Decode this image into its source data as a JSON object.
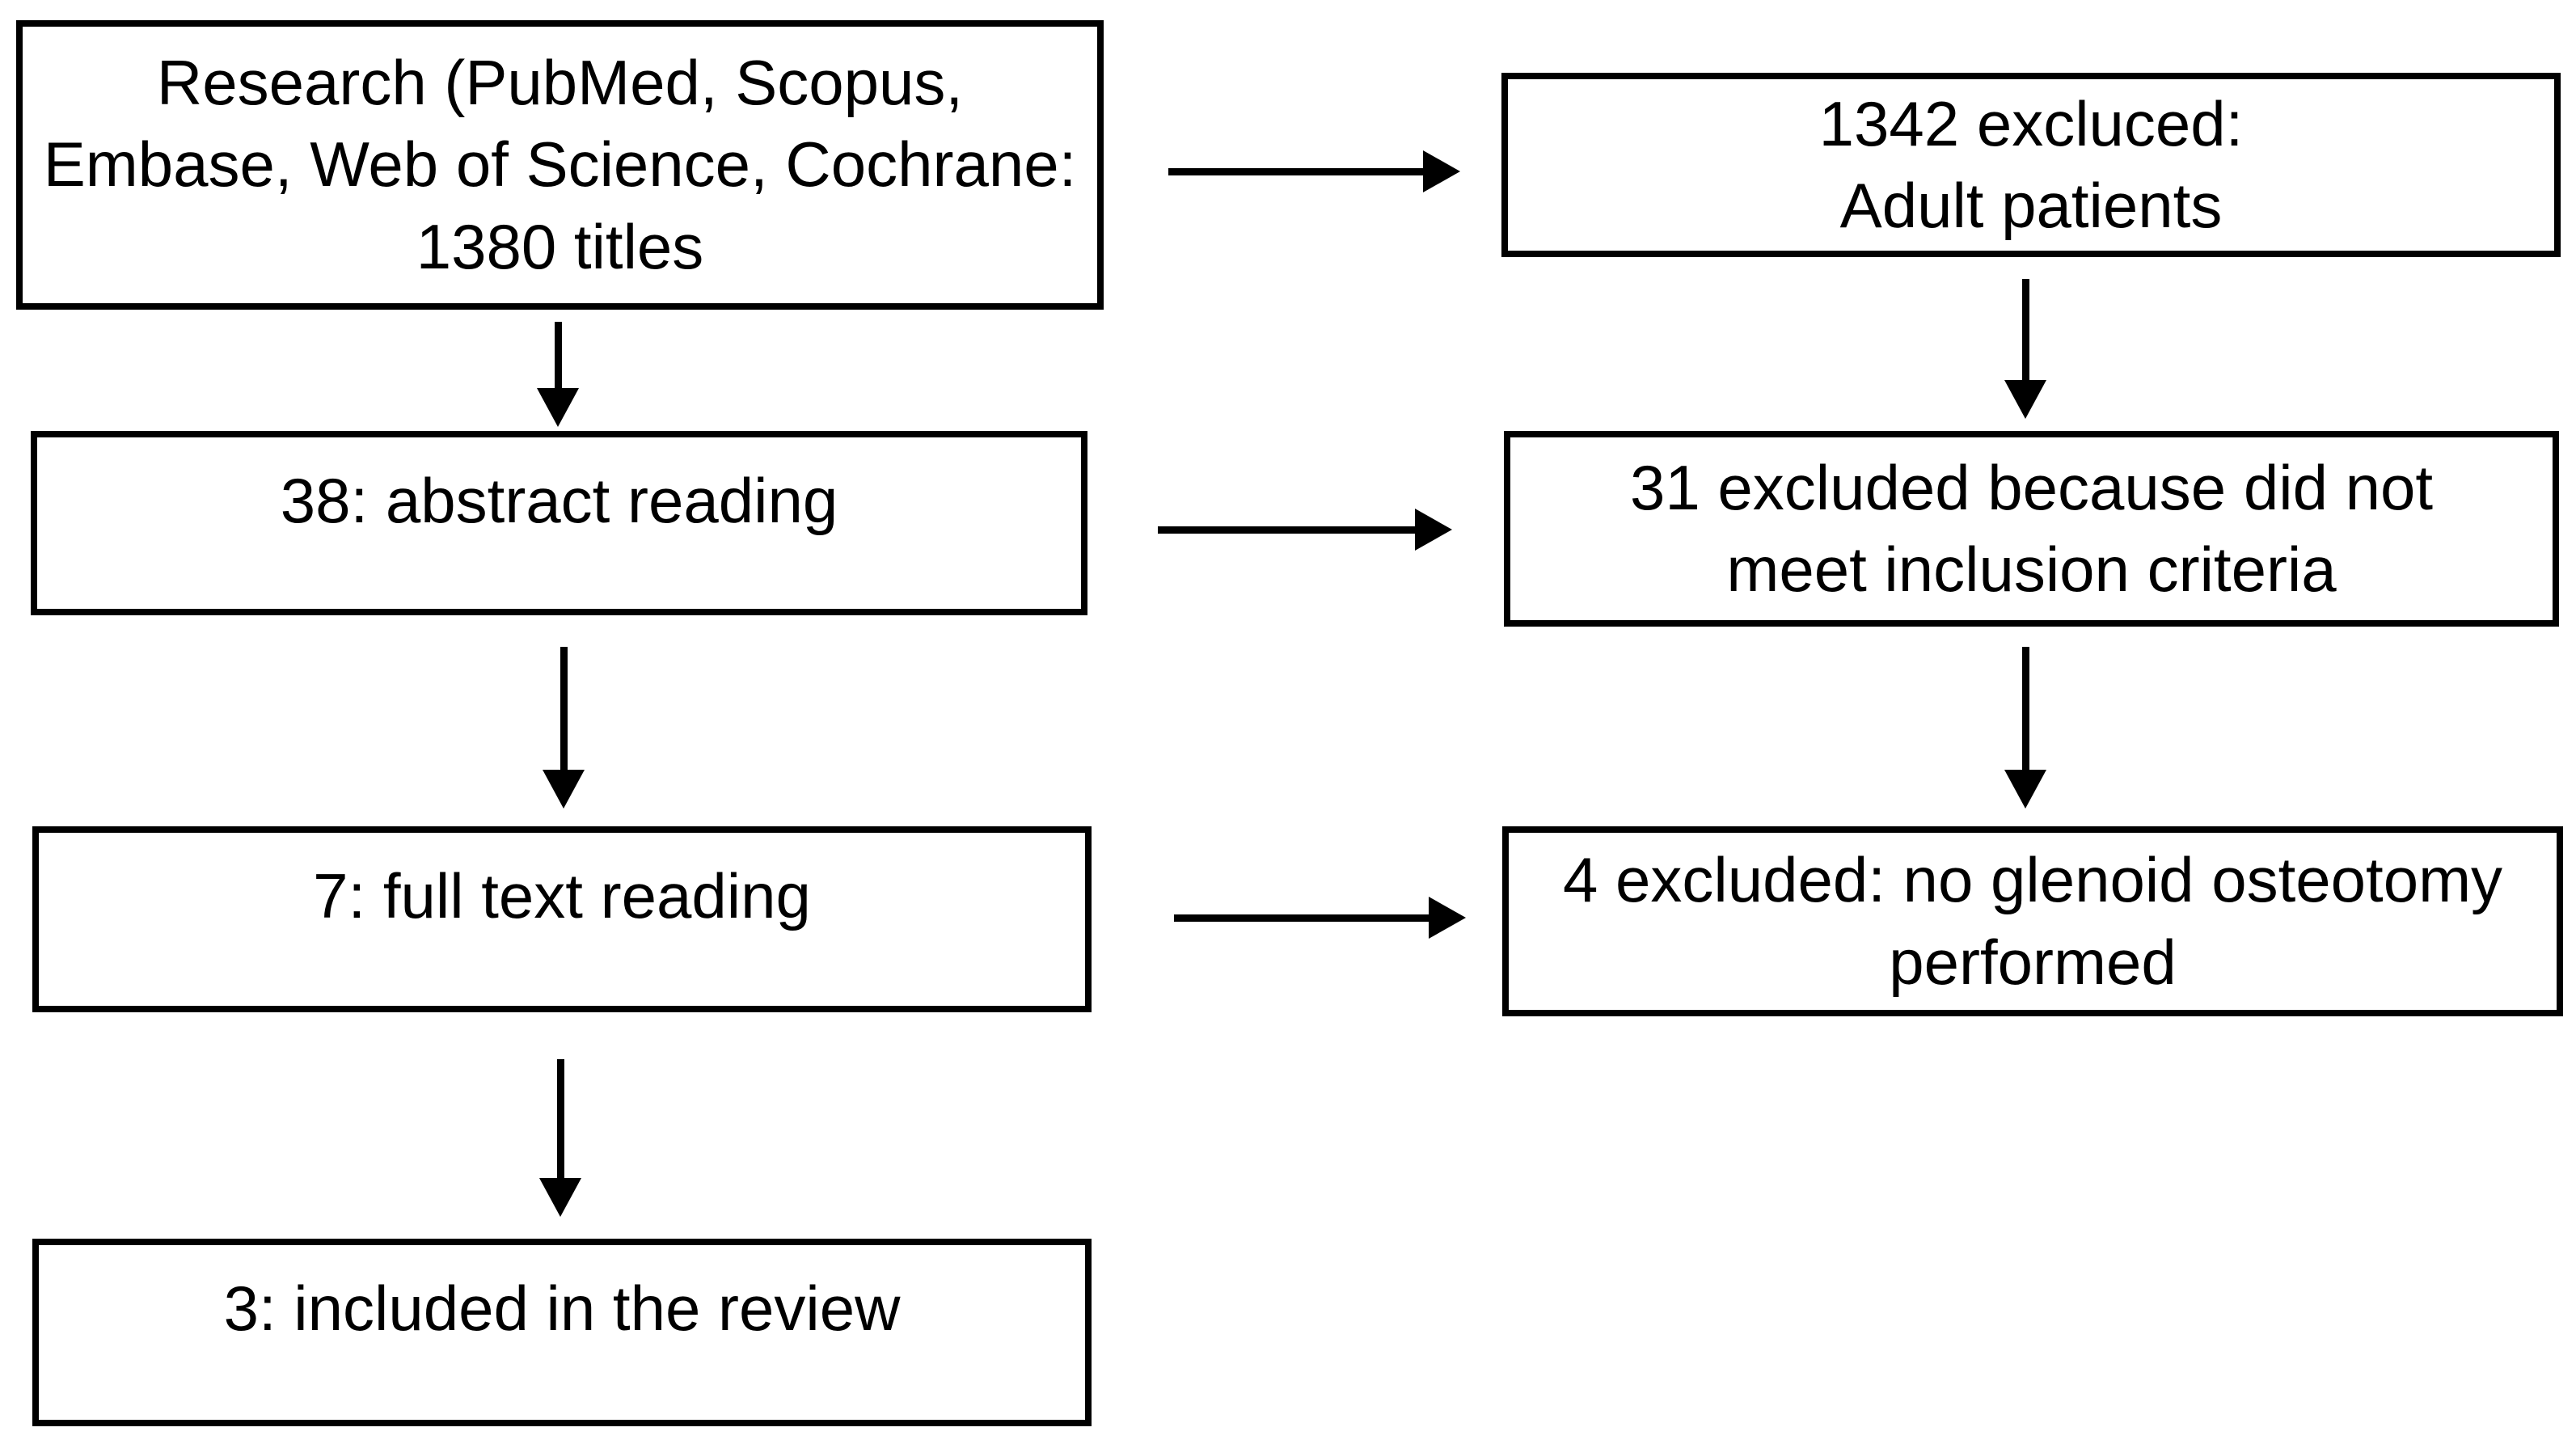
{
  "flowchart": {
    "type": "study-selection-flow-diagram",
    "nodes": [
      {
        "id": "search-results",
        "label": "Research (PubMed, Scopus,\nEmbase, Web of Science, Cochrane:\n1380 titles"
      },
      {
        "id": "excluded-titles",
        "label": "1342 excluced:\nAdult patients"
      },
      {
        "id": "abstract-reading",
        "label": "38: abstract reading"
      },
      {
        "id": "excluded-abstracts",
        "label": "31 excluded because did not\nmeet inclusion criteria"
      },
      {
        "id": "full-text-reading",
        "label": "7: full text reading"
      },
      {
        "id": "excluded-full-text",
        "label": "4 excluded: no glenoid osteotomy\nperformed"
      },
      {
        "id": "included-in-review",
        "label": "3: included in the review"
      }
    ],
    "edges": [
      {
        "from": "search-results",
        "to": "excluded-titles",
        "direction": "right"
      },
      {
        "from": "search-results",
        "to": "abstract-reading",
        "direction": "down"
      },
      {
        "from": "excluded-titles",
        "to": "excluded-abstracts",
        "direction": "down"
      },
      {
        "from": "abstract-reading",
        "to": "excluded-abstracts",
        "direction": "right"
      },
      {
        "from": "abstract-reading",
        "to": "full-text-reading",
        "direction": "down"
      },
      {
        "from": "excluded-abstracts",
        "to": "excluded-full-text",
        "direction": "down"
      },
      {
        "from": "full-text-reading",
        "to": "excluded-full-text",
        "direction": "right"
      },
      {
        "from": "full-text-reading",
        "to": "included-in-review",
        "direction": "down"
      }
    ],
    "colors": {
      "background": "#ffffff",
      "box_fill": "#ffffff",
      "box_border": "#000000",
      "text": "#000000",
      "arrow": "#000000"
    }
  }
}
